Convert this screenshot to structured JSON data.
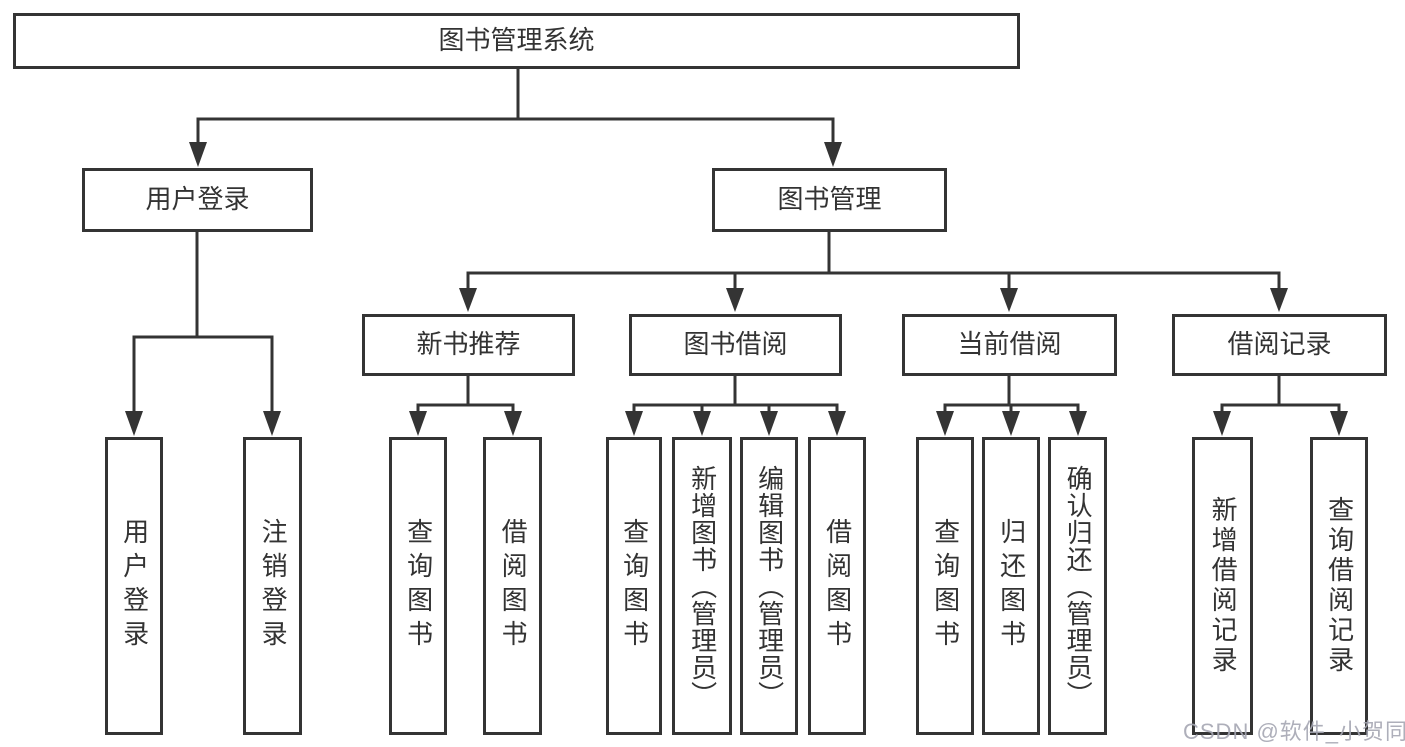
{
  "diagram": {
    "title": "图书管理系统",
    "root": {
      "label": "图书管理系统"
    },
    "level2": [
      {
        "label": "用户登录"
      },
      {
        "label": "图书管理"
      }
    ],
    "level3": [
      {
        "label": "新书推荐"
      },
      {
        "label": "图书借阅"
      },
      {
        "label": "当前借阅"
      },
      {
        "label": "借阅记录"
      }
    ],
    "leaves": {
      "user": [
        "用户登录",
        "注销登录"
      ],
      "recommend": [
        "查询图书",
        "借阅图书"
      ],
      "borrow": [
        "查询图书",
        "新增图书（管理员）",
        "编辑图书（管理员）",
        "借阅图书"
      ],
      "current": [
        "查询图书",
        "归还图书",
        "确认归还（管理员）"
      ],
      "records": [
        "新增借阅记录",
        "查询借阅记录"
      ]
    }
  },
  "colors": {
    "line": "#343434",
    "text": "#333333",
    "background": "#ffffff",
    "watermark": "#a5a6b2"
  },
  "watermark": {
    "text": "CSDN @软件_小贺同学"
  }
}
